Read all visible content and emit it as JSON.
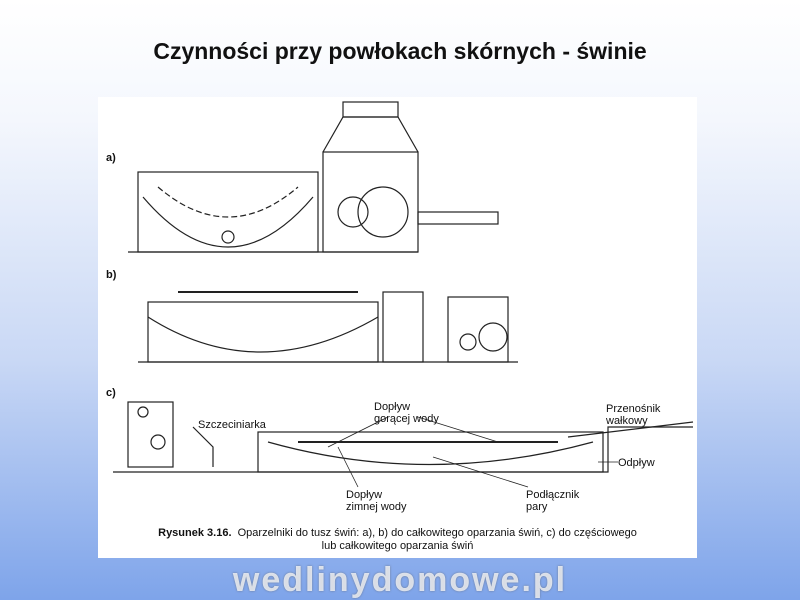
{
  "slide": {
    "title": "Czynności przy powłokach skórnych - świnie"
  },
  "figure": {
    "parts": [
      "a)",
      "b)",
      "c)"
    ],
    "labels": {
      "szczeciniarka": "Szczeciniarka",
      "doplyw_goracej_1": "Dopływ",
      "doplyw_goracej_2": "gorącej wody",
      "przenosnik_1": "Przenośnik",
      "przenosnik_2": "wałkowy",
      "odplyw": "Odpływ",
      "doplyw_zimnej_1": "Dopływ",
      "doplyw_zimnej_2": "zimnej wody",
      "podlacznik_1": "Podłącznik",
      "podlacznik_2": "pary"
    },
    "caption_bold": "Rysunek 3.16.",
    "caption_line1": "Oparzelniki do tusz świń: a), b) do całkowitego oparzania świń, c) do częściowego",
    "caption_line2": "lub całkowitego oparzania świń"
  },
  "watermark": "wedlinydomowe.pl"
}
